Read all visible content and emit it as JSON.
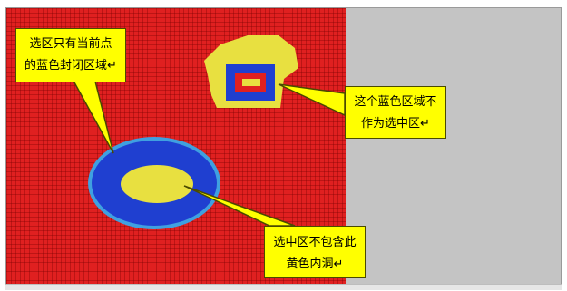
{
  "colors": {
    "region_red": "#e02020",
    "blue_region": "#1f3fd0",
    "yellow_region": "#e8e040",
    "callout_fill": "#ffff00",
    "gray_area": "#c4c4c4"
  },
  "callouts": {
    "top_left": {
      "line1": "选区只有当前点",
      "line2": "的蓝色封闭区域↵"
    },
    "right": {
      "line1": "这个蓝色区域不",
      "line2": "作为选中区↵"
    },
    "bottom": {
      "line1": "选中区不包含此",
      "line2": "黄色内洞↵"
    }
  }
}
